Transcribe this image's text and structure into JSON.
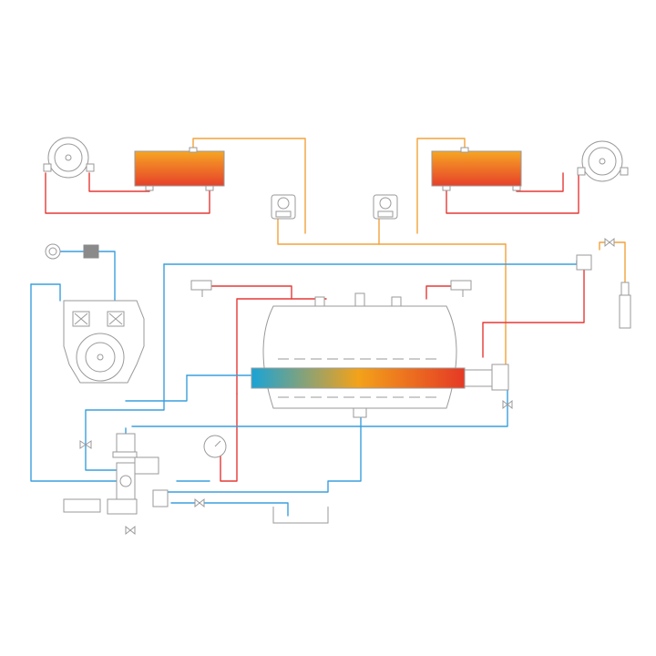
{
  "colors": {
    "cold": "#3a9fde",
    "hot": "#e53935",
    "warm": "#f3a23a",
    "outline": "#9a9a9a",
    "heater_top": "#f6a623",
    "heater_bottom": "#e6402a",
    "exchanger_left": "#1aa3d6",
    "exchanger_mid": "#f3a21a",
    "exchanger_right": "#e53925"
  },
  "components": [
    {
      "id": "top-left-fan",
      "icon": "centrifugal-fan-icon"
    },
    {
      "id": "top-left-heater",
      "icon": "radiator-icon"
    },
    {
      "id": "top-right-heater",
      "icon": "radiator-icon"
    },
    {
      "id": "top-right-fan",
      "icon": "centrifugal-fan-icon"
    },
    {
      "id": "left-circulation-pump",
      "icon": "pump-icon"
    },
    {
      "id": "right-circulation-pump",
      "icon": "pump-icon"
    },
    {
      "id": "water-inlet-filter",
      "icon": "filter-icon"
    },
    {
      "id": "boiler-unit",
      "icon": "boiler-icon"
    },
    {
      "id": "storage-tank",
      "icon": "tank-icon"
    },
    {
      "id": "heat-exchanger-coil",
      "icon": "heat-exchanger-icon"
    },
    {
      "id": "pressure-gauge",
      "icon": "gauge-icon"
    },
    {
      "id": "drain-tray",
      "icon": "tray-icon"
    },
    {
      "id": "shower-head",
      "icon": "shower-icon"
    }
  ]
}
